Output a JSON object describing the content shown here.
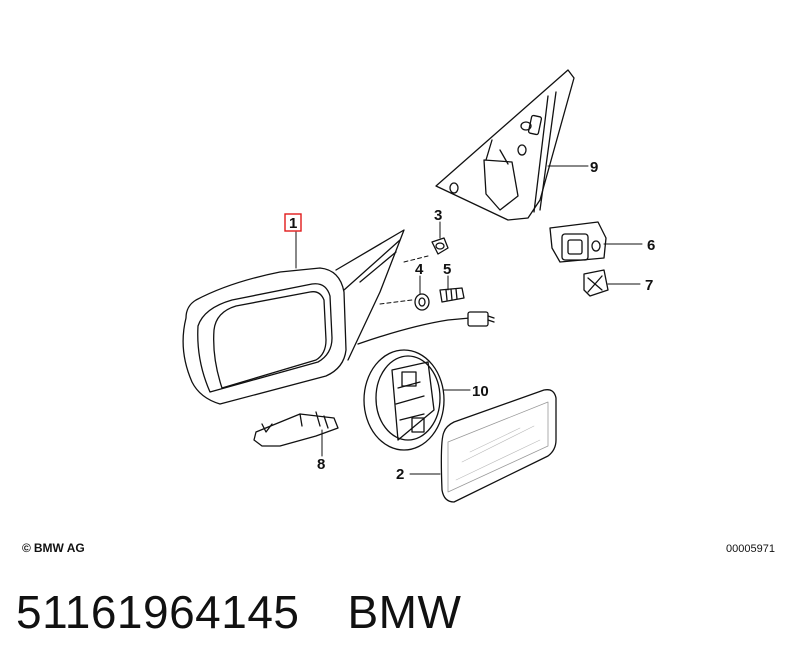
{
  "callouts": {
    "c1": "1",
    "c2": "2",
    "c3": "3",
    "c4": "4",
    "c5": "5",
    "c6": "6",
    "c7": "7",
    "c8": "8",
    "c9": "9",
    "c10": "10"
  },
  "highlighted_callout": "1",
  "footer": {
    "copyright_symbol": "©",
    "copyright_text": "BMW AG",
    "document_number": "00005971"
  },
  "part_number": "51161964145",
  "brand": "BMW",
  "colors": {
    "highlight": "#e01b1b",
    "line": "#111111",
    "background": "#ffffff"
  }
}
